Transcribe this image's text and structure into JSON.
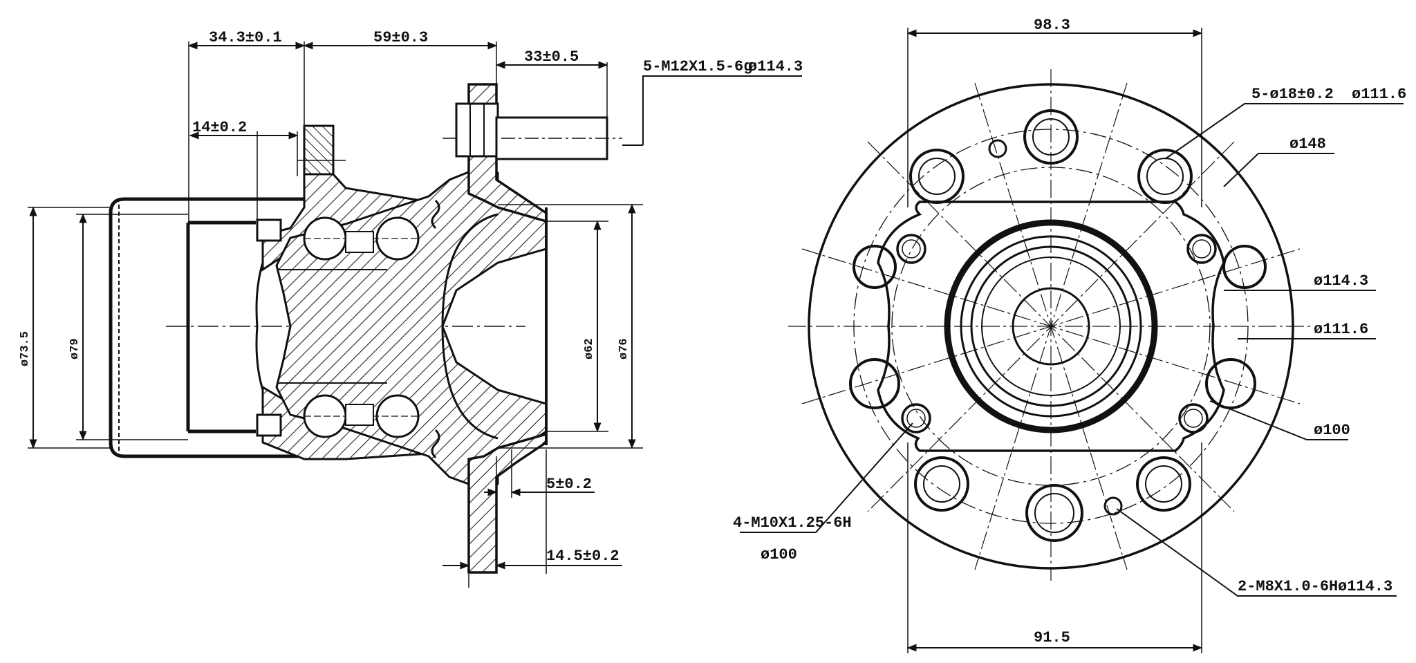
{
  "side_view": {
    "dims": {
      "d1": "34.3±0.1",
      "d2": "59±0.3",
      "d3": "33±0.5",
      "d4": "5-M12X1.5-6g",
      "d4b": "ø114.3",
      "d5": "14±0.2",
      "d6": "ø73.5",
      "d7": "ø79",
      "d8": "ø62",
      "d9": "ø76",
      "d10": "5±0.2",
      "d11": "14.5±0.2"
    }
  },
  "front_view": {
    "dims": {
      "top_width": "98.3",
      "bottom_width": "91.5",
      "holes_5": "5-ø18±0.2",
      "holes_5_pcd": "ø111.6",
      "outer_dia": "ø148",
      "pcd_a": "ø114.3",
      "pcd_b": "ø111.6",
      "pcd_c": "ø100",
      "holes_4": "4-M10X1.25-6H",
      "holes_4_pcd": "ø100",
      "holes_2": "2-M8X1.0-6H",
      "holes_2_pcd": "ø114.3"
    }
  }
}
